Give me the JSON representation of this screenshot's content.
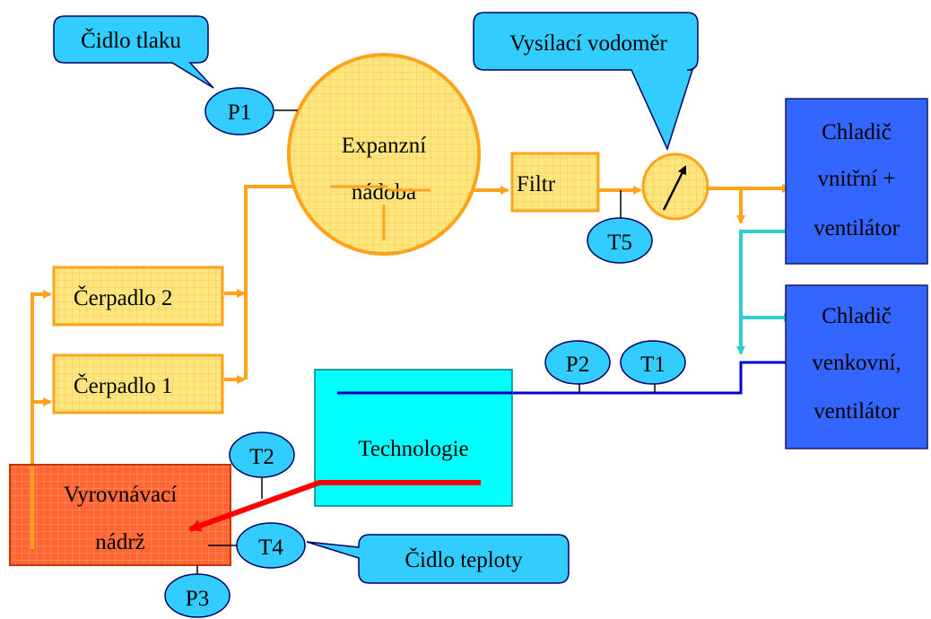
{
  "callouts": {
    "pressure_sensor": "Čidlo tlaku",
    "flowmeter": "Vysílací vodoměr",
    "temp_sensor": "Čidlo teploty"
  },
  "components": {
    "expansion_vessel": [
      "Expanzní",
      "nádoba"
    ],
    "filter": "Filtr",
    "pump_2": "Čerpadlo 2",
    "pump_1": "Čerpadlo 1",
    "cooler_inner": [
      "Chladič",
      "vnitřní +",
      "ventilátor"
    ],
    "cooler_outer": [
      "Chladič",
      "venkovní,",
      "ventilátor"
    ],
    "technology": "Technologie",
    "tank": [
      "Vyrovnávací",
      "nádrž"
    ]
  },
  "sensors": {
    "P1": "P1",
    "P2": "P2",
    "P3": "P3",
    "T1": "T1",
    "T2": "T2",
    "T4": "T4",
    "T5": "T5"
  },
  "colors": {
    "callout": "#33ccff",
    "orange_line": "#ffa31a",
    "cyan_line": "#33cccc",
    "blue_line": "#0000cc",
    "red_line": "#ff0000",
    "component_fill": "#ffe680",
    "cooler_fill": "#3366ff",
    "technology_fill": "#00ffff",
    "tank_fill": "#ff6633"
  }
}
